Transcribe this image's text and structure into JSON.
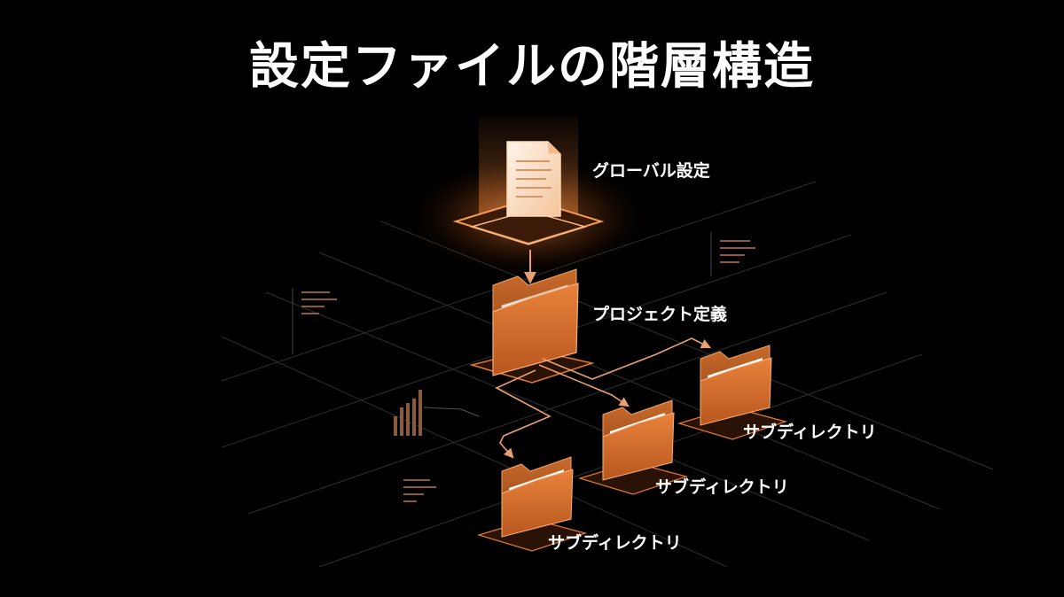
{
  "title": "設定ファイルの階層構造",
  "nodes": {
    "global": {
      "label": "グローバル設定",
      "icon": "document-icon"
    },
    "project": {
      "label": "プロジェクト定義",
      "icon": "folder-icon"
    },
    "subdirectories": [
      {
        "label": "サブディレクトリ",
        "icon": "folder-icon"
      },
      {
        "label": "サブディレクトリ",
        "icon": "folder-icon"
      },
      {
        "label": "サブディレクトリ",
        "icon": "folder-icon"
      }
    ]
  },
  "colors": {
    "background": "#000000",
    "accent": "#e07a35",
    "accent_light": "#f7b98a",
    "grid": "#3a3a3a",
    "text": "#ffffff"
  }
}
